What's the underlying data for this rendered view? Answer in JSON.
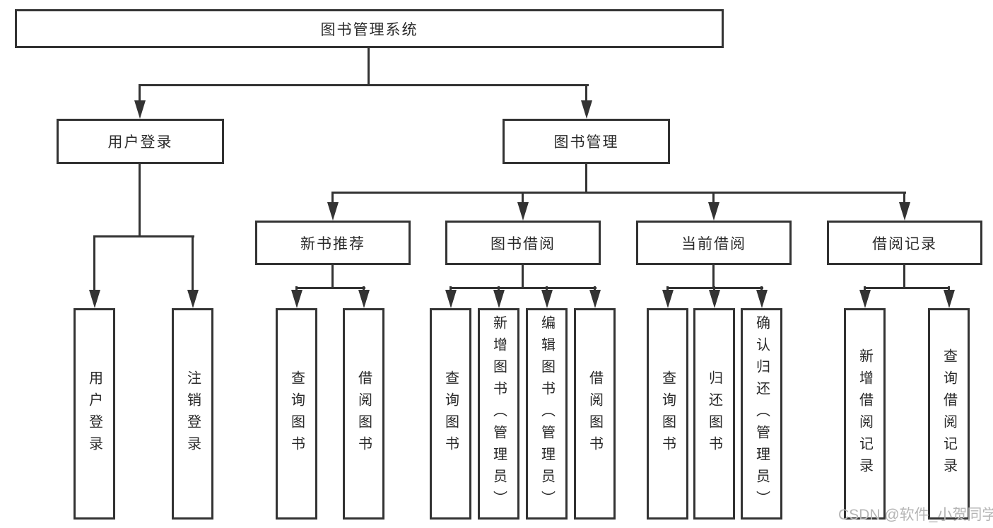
{
  "diagram": {
    "root": {
      "label": "图书管理系统"
    },
    "level2": [
      {
        "label": "用户登录"
      },
      {
        "label": "图书管理"
      }
    ],
    "level3": [
      {
        "label": "新书推荐"
      },
      {
        "label": "图书借阅"
      },
      {
        "label": "当前借阅"
      },
      {
        "label": "借阅记录"
      }
    ],
    "leaves": [
      {
        "label": "用户登录"
      },
      {
        "label": "注销登录"
      },
      {
        "label": "查询图书"
      },
      {
        "label": "借阅图书"
      },
      {
        "label": "查询图书"
      },
      {
        "label": "新增图书（管理员）"
      },
      {
        "label": "编辑图书（管理员）"
      },
      {
        "label": "借阅图书"
      },
      {
        "label": "查询图书"
      },
      {
        "label": "归还图书"
      },
      {
        "label": "确认归还（管理员）"
      },
      {
        "label": "新增借阅记录"
      },
      {
        "label": "查询借阅记录"
      }
    ]
  },
  "watermark": {
    "text": "CSDN @软件_小贺同学"
  },
  "colors": {
    "line": "#333333",
    "box_border": "#333333",
    "text": "#2a2a2a",
    "watermark": "#b5b5b5",
    "background": "#ffffff"
  }
}
